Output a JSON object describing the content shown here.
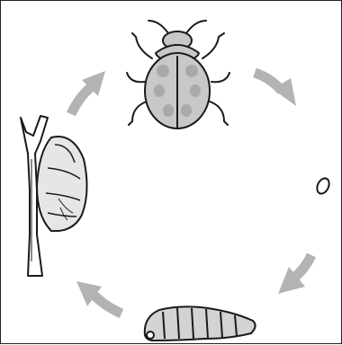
{
  "diagram": {
    "stages": [
      {
        "id": "adult",
        "icon": "ladybug-beetle-icon"
      },
      {
        "id": "egg",
        "icon": "egg-icon"
      },
      {
        "id": "larva",
        "icon": "larva-icon"
      },
      {
        "id": "pupa",
        "icon": "pupa-icon"
      }
    ],
    "arrows": [
      {
        "from": "adult",
        "to": "egg"
      },
      {
        "from": "egg",
        "to": "larva"
      },
      {
        "from": "larva",
        "to": "pupa"
      },
      {
        "from": "pupa",
        "to": "adult"
      }
    ],
    "colors": {
      "arrow": "#b3b3b3",
      "body": "#c8c8c8",
      "spots": "#a9a9a9",
      "outline": "#1a1a1a",
      "background": "#ffffff"
    }
  }
}
